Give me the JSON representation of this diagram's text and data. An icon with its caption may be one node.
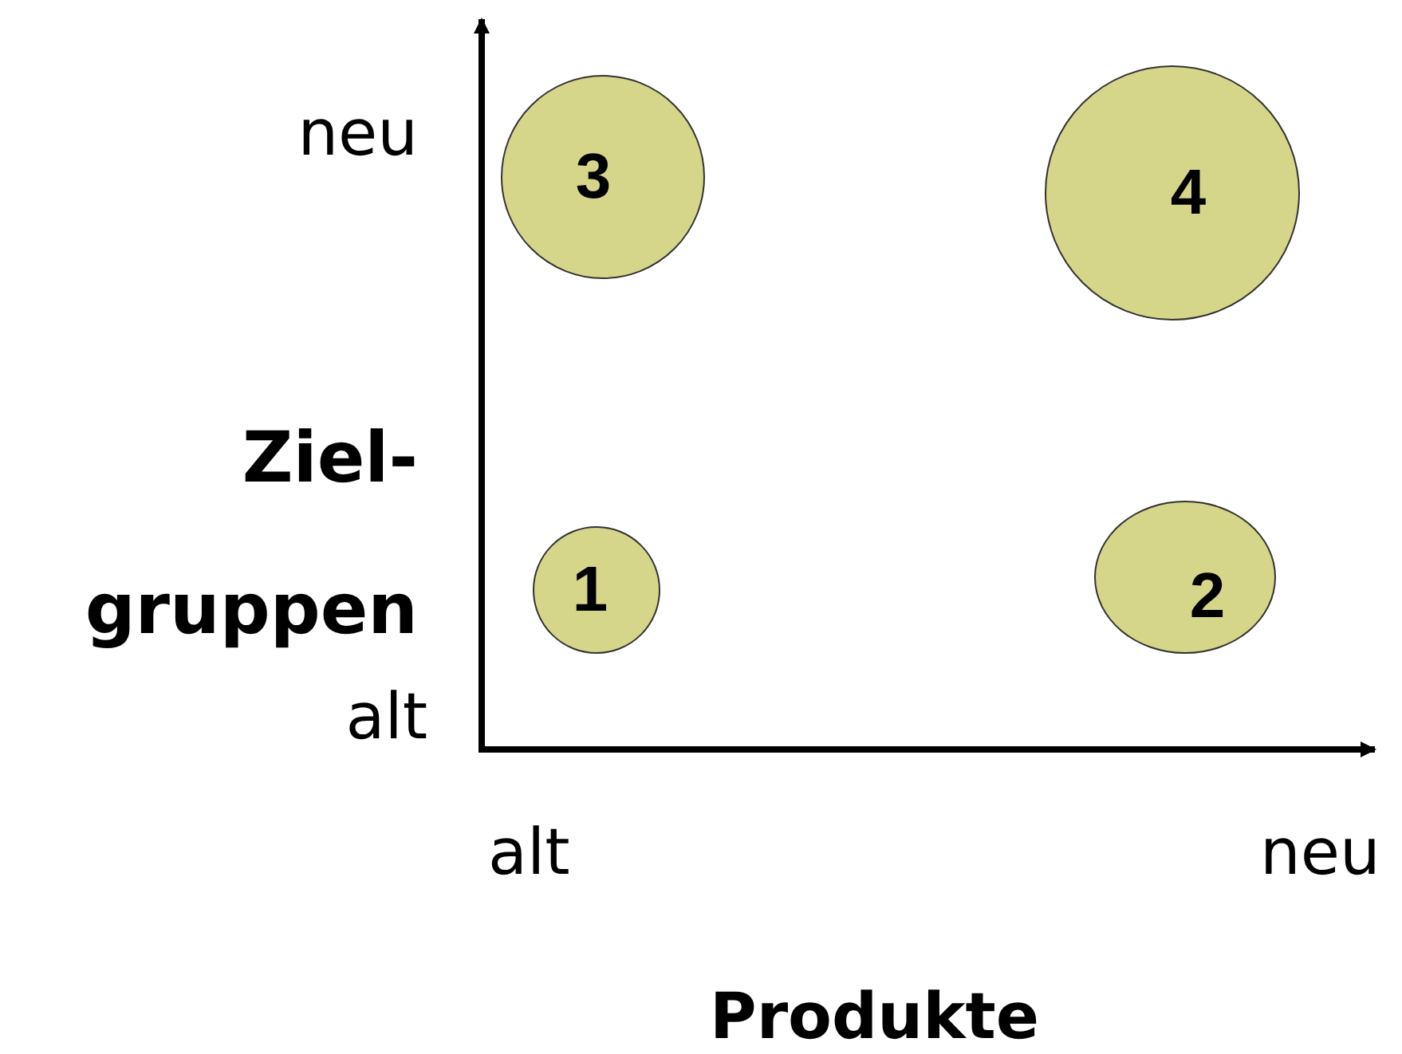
{
  "diagram": {
    "nodes": [
      {
        "text": [
          "3"
        ]
      },
      {
        "text": [
          "4"
        ]
      },
      {
        "text": [
          "1"
        ]
      },
      {
        "text": [
          "2"
        ]
      }
    ],
    "edges": [],
    "labels": [
      "neu",
      "Ziel- gruppen",
      "alt",
      "alt",
      "neu",
      "Produkte"
    ]
  }
}
